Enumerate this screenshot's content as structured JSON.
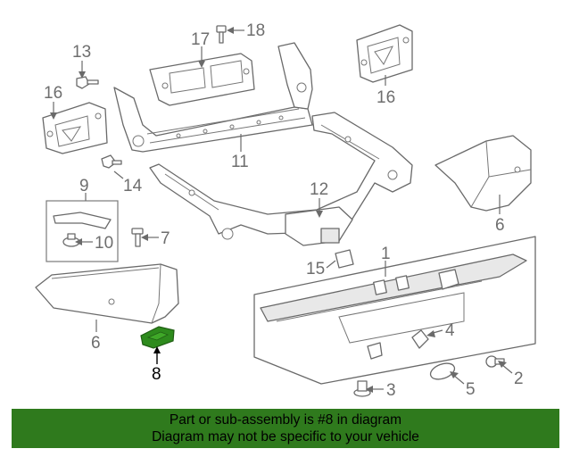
{
  "callouts": {
    "c1": "1",
    "c2": "2",
    "c3": "3",
    "c4": "4",
    "c5": "5",
    "c6a": "6",
    "c6b": "6",
    "c7": "7",
    "c8": "8",
    "c9": "9",
    "c10": "10",
    "c11": "11",
    "c12": "12",
    "c13": "13",
    "c14": "14",
    "c15": "15",
    "c16a": "16",
    "c16b": "16",
    "c17": "17",
    "c18": "18"
  },
  "highlight_part": "8",
  "colors": {
    "highlight": "#2e8b1d",
    "footer_bg": "#2f7a1d",
    "line": "#6a6a6a"
  },
  "footer": {
    "line1": "Part or sub-assembly is #8 in diagram",
    "line2": "Diagram may not be specific to your vehicle"
  }
}
